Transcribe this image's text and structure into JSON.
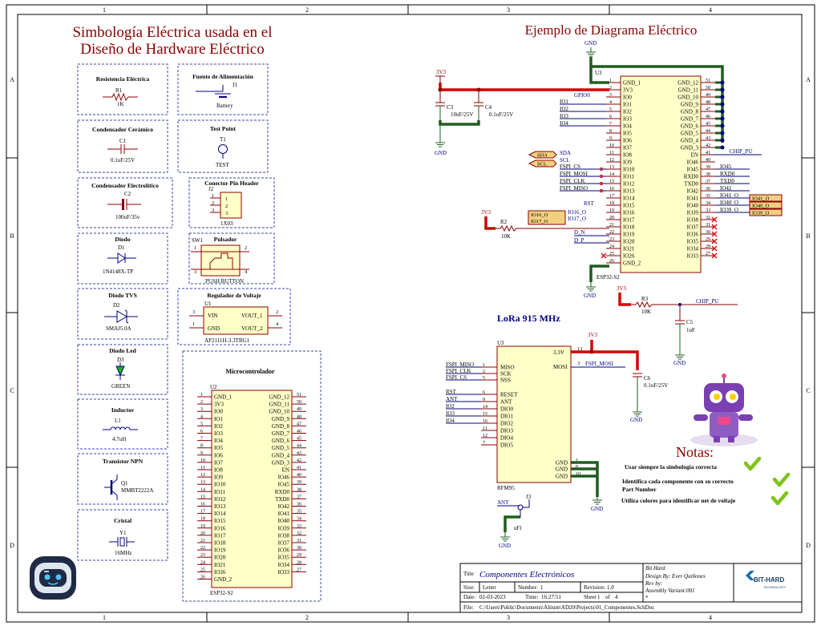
{
  "border": {
    "cols": [
      "1",
      "2",
      "3",
      "4"
    ],
    "rows": [
      "A",
      "B",
      "C",
      "D"
    ]
  },
  "heading_left_1": "Simbología Eléctrica usada en el",
  "heading_left_2": "Diseño de Hardware Eléctrico",
  "heading_right": "Ejemplo de Diagrama Eléctrico",
  "lora_title": "LoRa 915 MHz",
  "symbols": {
    "resistor": {
      "title": "Resistencia Eléctrica",
      "ref": "R1",
      "value": "1K"
    },
    "cap_ceramic": {
      "title": "Condensador Cerámico",
      "ref": "C1",
      "value": "0.1uF/25V"
    },
    "cap_electro": {
      "title": "Condensador Electrolítico",
      "ref": "C2",
      "value": "100uF/35v"
    },
    "diode": {
      "title": "Diodo",
      "ref": "D1",
      "value": "1N4148X-TP"
    },
    "tvs": {
      "title": "Diodo TVS",
      "ref": "D2",
      "value": "SMAJ5.0A"
    },
    "led": {
      "title": "Diodo Led",
      "ref": "D3",
      "value": "GREEN"
    },
    "inductor": {
      "title": "Inductor",
      "ref": "L1",
      "value": "4.7uH"
    },
    "npn": {
      "title": "Transistor NPN",
      "ref": "Q1",
      "value": "MMBT2222A"
    },
    "crystal": {
      "title": "Cristal",
      "ref": "Y1",
      "value": "16MHz"
    },
    "battery": {
      "title": "Fuente de Alimentación",
      "ref": "J1",
      "value": "Battery"
    },
    "testpoint": {
      "title": "Test Point",
      "ref": "T1",
      "value": "TEST"
    },
    "header": {
      "title": "Conector Pin Header",
      "ref": "J2",
      "value": "1X03",
      "pins": [
        "1",
        "2",
        "3"
      ]
    },
    "button": {
      "title": "Pulsador",
      "ref": "SW1",
      "value": "PUSH BUTTON",
      "pins": [
        "1",
        "2",
        "3",
        "4"
      ]
    },
    "regulator": {
      "title": "Regulador de Voltaje",
      "ref": "U1",
      "value": "AP2111H-3.3TRG1",
      "vin": "VIN",
      "gnd": "GND",
      "vout1": "VOUT_1",
      "vout2": "VOUT_2",
      "p3": "3",
      "p1": "1",
      "p2": "2",
      "p4": "4"
    },
    "mcu": {
      "title": "Microcontrolador",
      "ref": "U2",
      "value": "ESP32-S2"
    }
  },
  "esp32": {
    "ref": "U3",
    "value": "ESP32-S2",
    "left_pins": [
      {
        "num": "1",
        "name": "GND_1"
      },
      {
        "num": "2",
        "name": "3V3"
      },
      {
        "num": "3",
        "name": "IO0"
      },
      {
        "num": "4",
        "name": "IO1"
      },
      {
        "num": "5",
        "name": "IO2"
      },
      {
        "num": "6",
        "name": "IO3"
      },
      {
        "num": "7",
        "name": "IO4"
      },
      {
        "num": "8",
        "name": "IO5"
      },
      {
        "num": "9",
        "name": "IO6"
      },
      {
        "num": "10",
        "name": "IO7"
      },
      {
        "num": "11",
        "name": "IO8"
      },
      {
        "num": "12",
        "name": "IO9"
      },
      {
        "num": "13",
        "name": "IO10"
      },
      {
        "num": "14",
        "name": "IO11"
      },
      {
        "num": "15",
        "name": "IO12"
      },
      {
        "num": "16",
        "name": "IO13"
      },
      {
        "num": "17",
        "name": "IO14"
      },
      {
        "num": "18",
        "name": "IO15"
      },
      {
        "num": "19",
        "name": "IO16"
      },
      {
        "num": "20",
        "name": "IO17"
      },
      {
        "num": "21",
        "name": "IO18"
      },
      {
        "num": "22",
        "name": "IO19"
      },
      {
        "num": "23",
        "name": "IO20"
      },
      {
        "num": "24",
        "name": "IO21"
      },
      {
        "num": "25",
        "name": "IO26"
      },
      {
        "num": "26",
        "name": "GND_2"
      }
    ],
    "right_pins": [
      {
        "num": "51",
        "name": "GND_12"
      },
      {
        "num": "50",
        "name": "GND_11"
      },
      {
        "num": "49",
        "name": "GND_10"
      },
      {
        "num": "48",
        "name": "GND_9"
      },
      {
        "num": "47",
        "name": "GND_8"
      },
      {
        "num": "46",
        "name": "GND_7"
      },
      {
        "num": "45",
        "name": "GND_6"
      },
      {
        "num": "44",
        "name": "GND_5"
      },
      {
        "num": "43",
        "name": "GND_4"
      },
      {
        "num": "42",
        "name": "GND_3"
      },
      {
        "num": "41",
        "name": "EN"
      },
      {
        "num": "40",
        "name": "IO46"
      },
      {
        "num": "39",
        "name": "IO45"
      },
      {
        "num": "38",
        "name": "RXD0"
      },
      {
        "num": "37",
        "name": "TXD0"
      },
      {
        "num": "36",
        "name": "IO42"
      },
      {
        "num": "35",
        "name": "IO41"
      },
      {
        "num": "34",
        "name": "IO40"
      },
      {
        "num": "33",
        "name": "IO39"
      },
      {
        "num": "32",
        "name": "IO38"
      },
      {
        "num": "31",
        "name": "IO37"
      },
      {
        "num": "30",
        "name": "IO36"
      },
      {
        "num": "29",
        "name": "IO35"
      },
      {
        "num": "28",
        "name": "IO34"
      },
      {
        "num": "27",
        "name": "IO33"
      }
    ]
  },
  "esp32_nets": {
    "gpio0": "GPIO0",
    "io_left": [
      "IO1",
      "IO2",
      "IO3",
      "IO4"
    ],
    "sda": "SDA",
    "scl": "SCL",
    "fspi": [
      "FSPI_CS",
      "FSPI_MOSI",
      "FSPI_CLK",
      "FSPI_MISO"
    ],
    "rst": "RST",
    "io16": "IO16_O",
    "io17": "IO17_O",
    "dn": "D_N",
    "dp": "D_P",
    "chip_pu": "CHIP_PU",
    "right_nets": [
      "IO45",
      "RXD0",
      "TXD0",
      "IO42"
    ],
    "right_ports": [
      "IO41_O",
      "IO40_O",
      "IO39_O"
    ]
  },
  "power": {
    "v33": "3V3",
    "gnd": "GND"
  },
  "parts": {
    "c3": {
      "ref": "C3",
      "value": "10uF/25V"
    },
    "c4": {
      "ref": "C4",
      "value": "0.1uF/25V"
    },
    "r2": {
      "ref": "R2",
      "value": "10K"
    },
    "r3": {
      "ref": "R3",
      "value": "10K"
    },
    "c5": {
      "ref": "C5",
      "value": "1uF"
    },
    "c6": {
      "ref": "C6",
      "value": "0.1uF/25V"
    },
    "j3": {
      "ref": "J3",
      "value": "uFl"
    }
  },
  "rfm": {
    "ref": "U3",
    "value": "RFM95",
    "left": [
      {
        "num": "1",
        "name": "MISO",
        "net": "FSPI_MISO"
      },
      {
        "num": "2",
        "name": "SCK",
        "net": "FSPI_CLK"
      },
      {
        "num": "5",
        "name": "NSS",
        "net": "FSPI_CS"
      },
      {
        "num": "6",
        "name": "RESET",
        "net": "RST"
      },
      {
        "num": "9",
        "name": "ANT",
        "net": "ANT"
      },
      {
        "num": "14",
        "name": "DIO0",
        "net": "IO2"
      },
      {
        "num": "15",
        "name": "DIO1",
        "net": "IO3"
      },
      {
        "num": "16",
        "name": "DIO2",
        "net": "IO4"
      },
      {
        "num": "11",
        "name": "DIO3",
        "net": ""
      },
      {
        "num": "12",
        "name": "DIO4",
        "net": ""
      },
      {
        "num": "7",
        "name": "DIO5",
        "net": ""
      }
    ],
    "v33pin": "3.3V",
    "v33num": "13",
    "mosi": "MOSI",
    "mosinum": "3",
    "mosinet": "FSPI_MOSI",
    "gnds": [
      {
        "num": "1",
        "name": "GND"
      },
      {
        "num": "8",
        "name": "GND"
      },
      {
        "num": "10",
        "name": "GND"
      }
    ]
  },
  "ant_net": "ANT",
  "notes": {
    "title": "Notas:",
    "items": [
      "Usar siempre la simbología correcta",
      "Identifica cada componente con su correcto",
      "Part Number",
      "Utiliza colores para identificar net de voltaje"
    ]
  },
  "title_block": {
    "title_label": "Title",
    "title": "Componentes Electrónicos",
    "size_label": "Size:",
    "size": "Letter",
    "number_label": "Number:",
    "number": "1",
    "revision_label": "Revision:",
    "revision": "1.0",
    "date_label": "Date:",
    "date": "02-03-2023",
    "time_label": "Time:",
    "time": "16:27:51",
    "sheet_label": "Sheet",
    "sheet": "1",
    "of_label": "of",
    "sheets": "4",
    "file_label": "File:",
    "file": "C:\\Users\\Public\\Documents\\Altium\\AD20\\Projects\\01_Componentes.SchDoc",
    "company": "Bit Hard",
    "design_by": "Design By: Ever Quiñones",
    "rev_by": "Rev by:",
    "assembly": "Assembly Variant:001",
    "star": "*",
    "logo_text": "BIT-HARD",
    "logo_sub": "TECHNOLOGY"
  },
  "colors": {
    "navy": "#000080",
    "darkred": "#8b0000",
    "red": "#d40000",
    "green": "#1f5c1f",
    "box": "#ffffc8",
    "check": "#7fc31c",
    "robot": "#7a3fb0"
  }
}
